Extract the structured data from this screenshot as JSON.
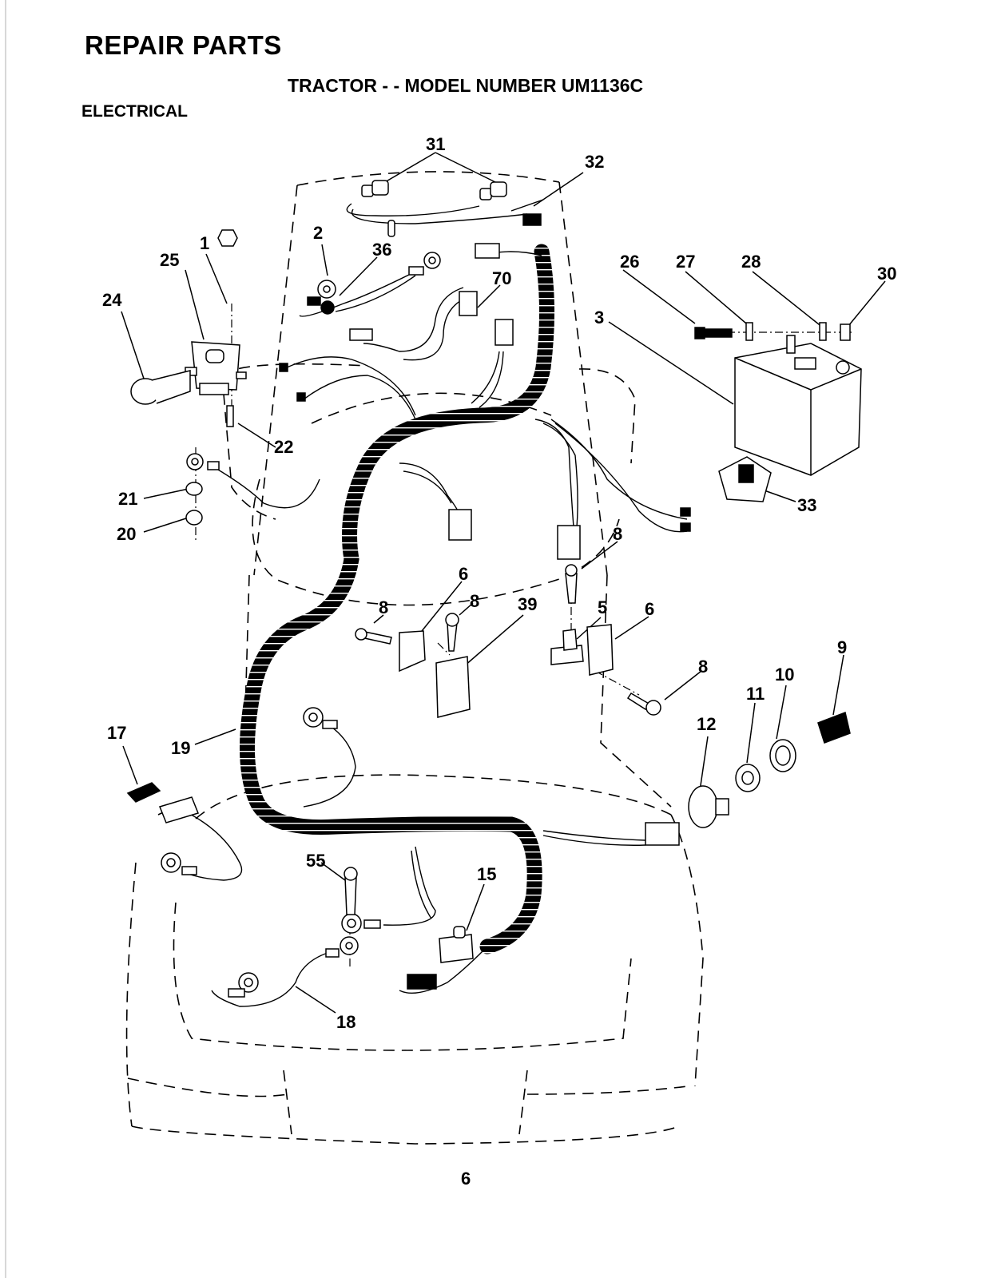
{
  "header": {
    "title": "REPAIR PARTS",
    "subtitle": "TRACTOR - - MODEL NUMBER UM1136C",
    "section": "ELECTRICAL"
  },
  "footer": {
    "page_number": "6"
  },
  "colors": {
    "ink": "#000000",
    "paper": "#ffffff"
  },
  "callouts": [
    {
      "id": "31"
    },
    {
      "id": "32"
    },
    {
      "id": "1"
    },
    {
      "id": "2"
    },
    {
      "id": "36"
    },
    {
      "id": "25"
    },
    {
      "id": "24"
    },
    {
      "id": "70"
    },
    {
      "id": "26"
    },
    {
      "id": "27"
    },
    {
      "id": "28"
    },
    {
      "id": "30"
    },
    {
      "id": "3"
    },
    {
      "id": "22"
    },
    {
      "id": "21"
    },
    {
      "id": "20"
    },
    {
      "id": "33"
    },
    {
      "id": "8"
    },
    {
      "id": "6"
    },
    {
      "id": "8"
    },
    {
      "id": "8"
    },
    {
      "id": "39"
    },
    {
      "id": "5"
    },
    {
      "id": "6"
    },
    {
      "id": "8"
    },
    {
      "id": "9"
    },
    {
      "id": "10"
    },
    {
      "id": "11"
    },
    {
      "id": "12"
    },
    {
      "id": "17"
    },
    {
      "id": "19"
    },
    {
      "id": "55"
    },
    {
      "id": "15"
    },
    {
      "id": "18"
    }
  ]
}
